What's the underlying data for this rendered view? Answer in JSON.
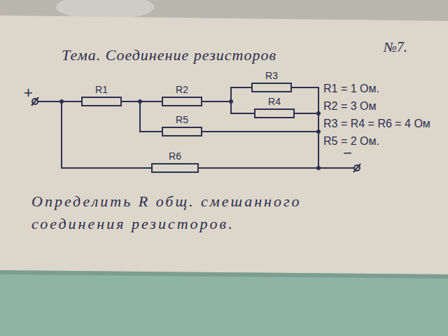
{
  "diagram": {
    "title": "Тема. Соединение резисторов",
    "caption": "Определить R общ. смешанного соединения резисторов.",
    "nodes": [
      {
        "text": [
          "R1"
        ]
      },
      {
        "text": [
          "R2"
        ]
      },
      {
        "text": [
          "R3"
        ]
      },
      {
        "text": [
          "R4"
        ]
      },
      {
        "text": [
          "R5"
        ]
      },
      {
        "text": [
          "R6"
        ]
      }
    ],
    "edges": [
      {
        "from": 0,
        "to": 1,
        "arrow": "none"
      },
      {
        "from": 0,
        "to": 4,
        "arrow": "none"
      },
      {
        "from": 1,
        "to": 2,
        "arrow": "none"
      },
      {
        "from": 1,
        "to": 3,
        "arrow": "none"
      },
      {
        "from": 0,
        "to": 5,
        "arrow": "none"
      },
      {
        "from": 2,
        "to": 5,
        "arrow": "none"
      },
      {
        "from": 3,
        "to": 5,
        "arrow": "none"
      },
      {
        "from": 4,
        "to": 5,
        "arrow": "none"
      }
    ],
    "labels": [
      "№7.",
      "+",
      "−",
      "R1 = 1 Ом.",
      "R2 = 3 Ом",
      "R3 = R4 = R6 = 4 Ом",
      "R5 = 2 Ом."
    ]
  }
}
